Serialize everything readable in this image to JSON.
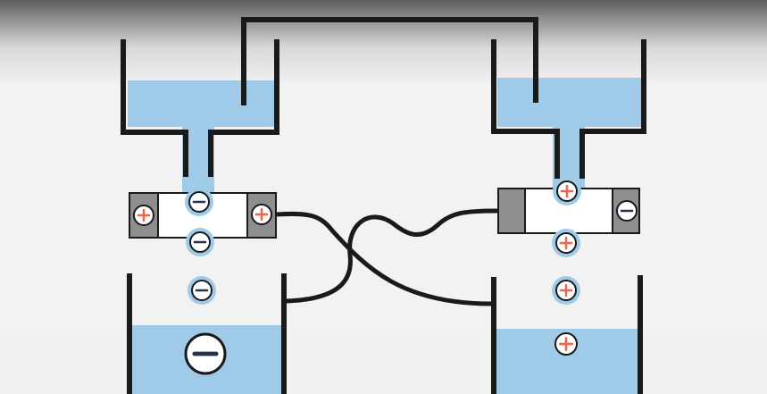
{
  "scene": {
    "description_visible_text": "",
    "colors": {
      "background_top": "#5e5e5e",
      "background": "#f3f3f3",
      "water": "#9fcbe9",
      "wire": "#1a1a1a",
      "plate_grey": "#8e8e8e",
      "plate_white": "#ffffff",
      "plus_sign": "#e8694f",
      "minus_sign": "#27304f"
    },
    "icons": {
      "positive_ion": "plus-ion-icon",
      "negative_ion": "minus-ion-icon"
    },
    "symbols": {
      "plus": "+",
      "minus": "−"
    },
    "left_column_ion_charge": "negative",
    "right_column_ion_charge": "positive",
    "left_plate_end_charges": [
      "positive",
      "positive"
    ],
    "right_plate_end_charges": [
      "none",
      "negative"
    ]
  }
}
